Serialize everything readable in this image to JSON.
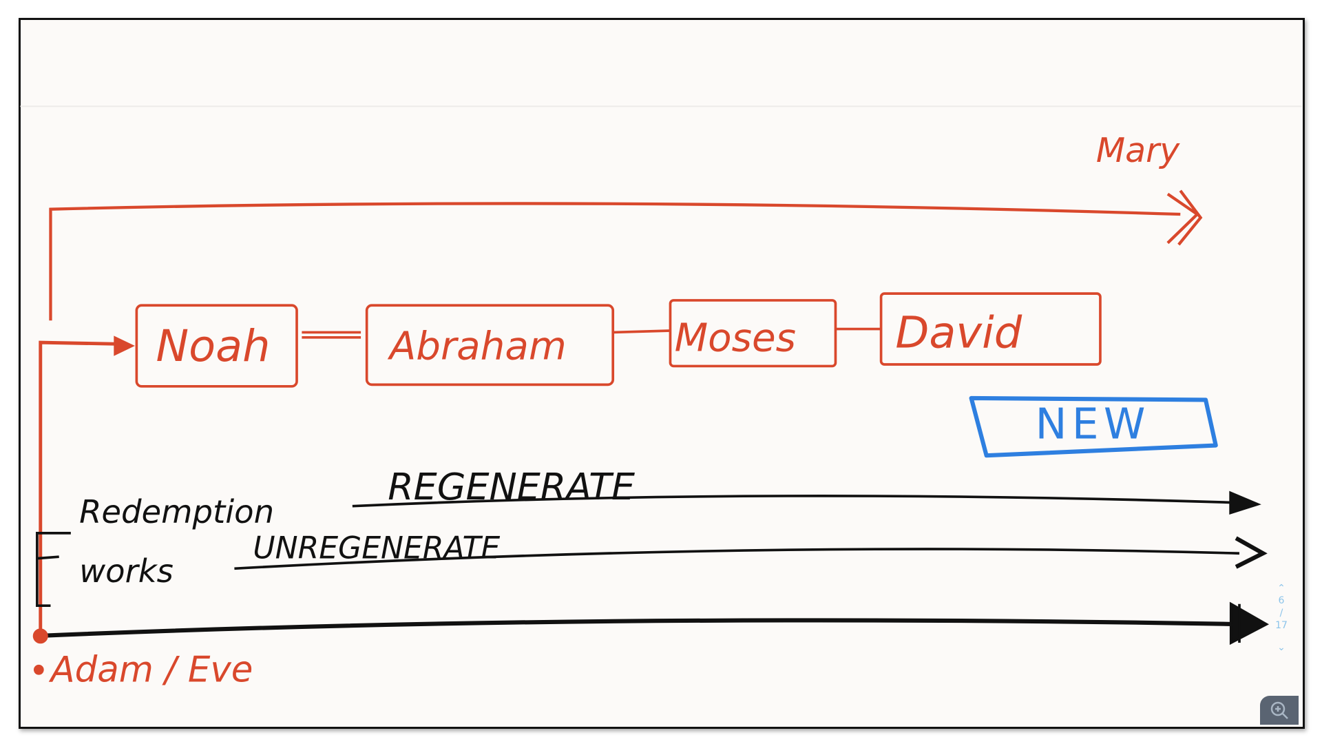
{
  "diagram": {
    "top_label": "Mary",
    "covenant_boxes": [
      "Noah",
      "Abraham",
      "Moses",
      "David"
    ],
    "new_label": "NEW",
    "regenerate_label": "REGENERATE",
    "unregenerate_label": "UNREGENERATE",
    "redemption_label": "Redemption",
    "works_label": "works",
    "origin_label": "Adam / Eve",
    "colors": {
      "red": "#d9482c",
      "black": "#111111",
      "blue": "#2e7fe0"
    }
  },
  "pager": {
    "up_icon": "chevron-up-icon",
    "current": "6",
    "separator": "/",
    "total": "17",
    "down_icon": "chevron-down-icon"
  },
  "zoom_button": {
    "icon": "zoom-in-icon"
  }
}
